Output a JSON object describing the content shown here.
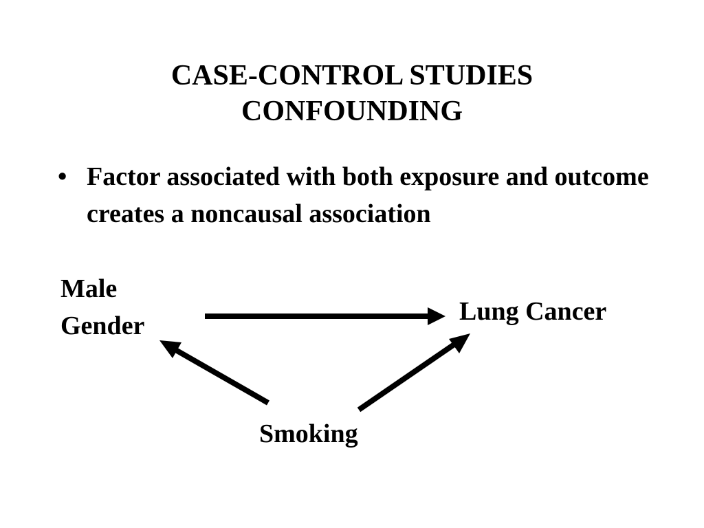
{
  "slide": {
    "title_line1": "CASE-CONTROL STUDIES",
    "title_line2": "CONFOUNDING",
    "bullet_symbol": "•",
    "bullet_text": "Factor associated with both exposure and outcome creates a noncausal association"
  },
  "diagram": {
    "nodes": {
      "gender_line1": "Male",
      "gender_line2": "Gender",
      "cancer": "Lung Cancer",
      "smoking": "Smoking"
    },
    "edges": [
      {
        "from": "Male Gender",
        "to": "Lung Cancer"
      },
      {
        "from": "Smoking",
        "to": "Male Gender"
      },
      {
        "from": "Smoking",
        "to": "Lung Cancer"
      }
    ]
  }
}
